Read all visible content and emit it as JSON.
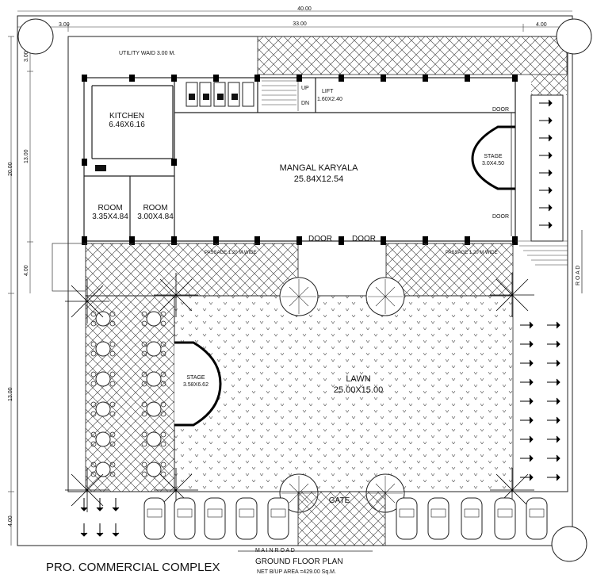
{
  "title": "PRO. COMMERCIAL COMPLEX",
  "subtitle": "GROUND FLOOR PLAN",
  "area_note": "NET B/UP AREA =429.00 Sq.M.",
  "dimensions": {
    "top_total": "40.00",
    "top_left": "3.00",
    "top_mid": "33.00",
    "top_right": "4.00",
    "left_a": "3.00",
    "left_b": "13.00",
    "left_c": "20.00",
    "left_d": "4.00",
    "left_e": "13.00",
    "left_f": "4.00"
  },
  "rooms": {
    "utility": "UTILITY WAID 3.00 M.",
    "kitchen_name": "KITCHEN",
    "kitchen_size": "6.46X6.16",
    "room1_name": "ROOM",
    "room1_size": "3.35X4.84",
    "room2_name": "ROOM",
    "room2_size": "3.00X4.84",
    "hall_name": "MANGAL KARYALA",
    "hall_size": "25.84X12.54",
    "lift_name": "LIFT",
    "lift_size": "1.60X2.40",
    "stair_up": "UP",
    "stair_dn": "DN",
    "stage1_name": "STAGE",
    "stage1_size": "3.0X4.50",
    "stage2_name": "STAGE",
    "stage2_size": "3.58X6.62",
    "lawn_name": "LAWN",
    "lawn_size": "25.00X15.00"
  },
  "labels": {
    "door_top": "DOOR",
    "door_bottom": "DOOR",
    "door_1": "DOOR",
    "door_2": "DOOR",
    "passage_left": "PASSAGE 1.20 M WIDE",
    "passage_right": "PASSAGE 1.20 M WIDE",
    "gate": "GATE",
    "main_road": "M A I N  R O A D",
    "road": "R O A D"
  }
}
